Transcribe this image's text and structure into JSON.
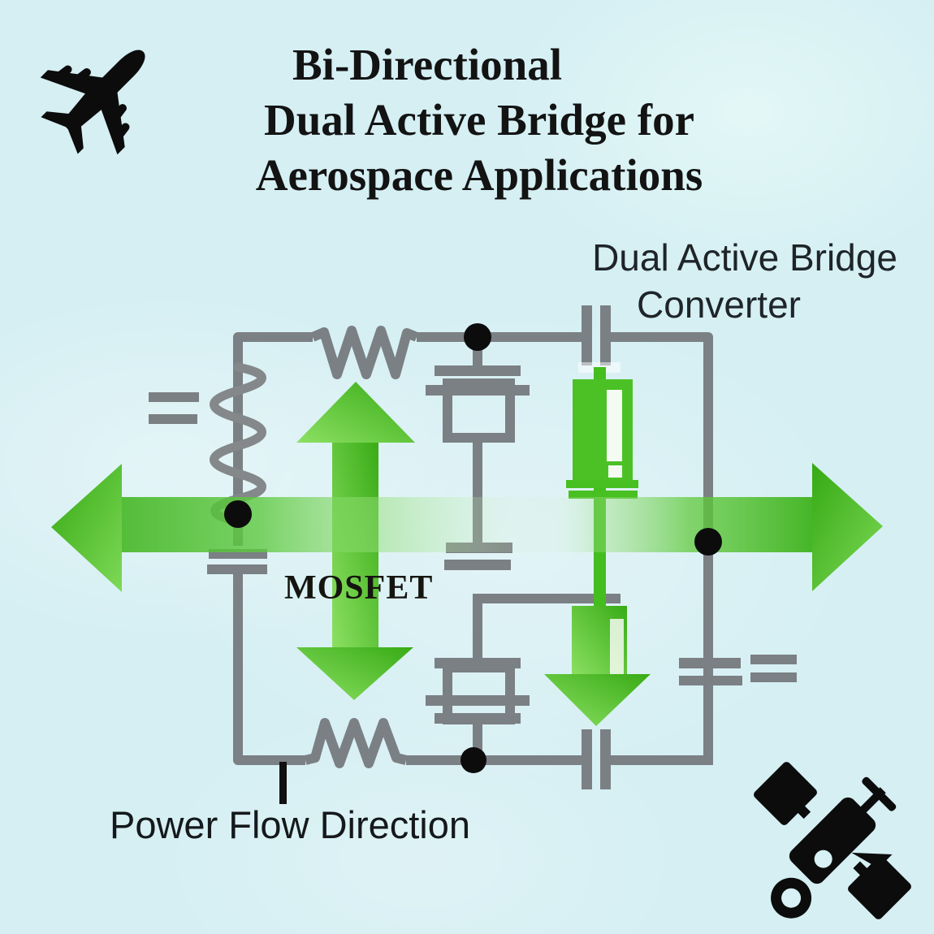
{
  "title": {
    "lines": [
      "Bi-Directional",
      "Dual Active Bridge for",
      "Aerospace Applications"
    ]
  },
  "labels": {
    "converter": {
      "line1": "Dual Active Bridge",
      "line2": "Converter"
    },
    "mosfet": "MOSFET",
    "power_flow": "Power Flow Direction"
  },
  "icons": {
    "top_left": "airplane-icon",
    "bottom_right": "satellite-icon"
  },
  "colors": {
    "background": "#d5eff3",
    "wire_gray": "#7b8084",
    "junction_black": "#0c0c0c",
    "green_dark": "#35a913",
    "green_light": "#8ce063",
    "text_black": "#131313"
  }
}
